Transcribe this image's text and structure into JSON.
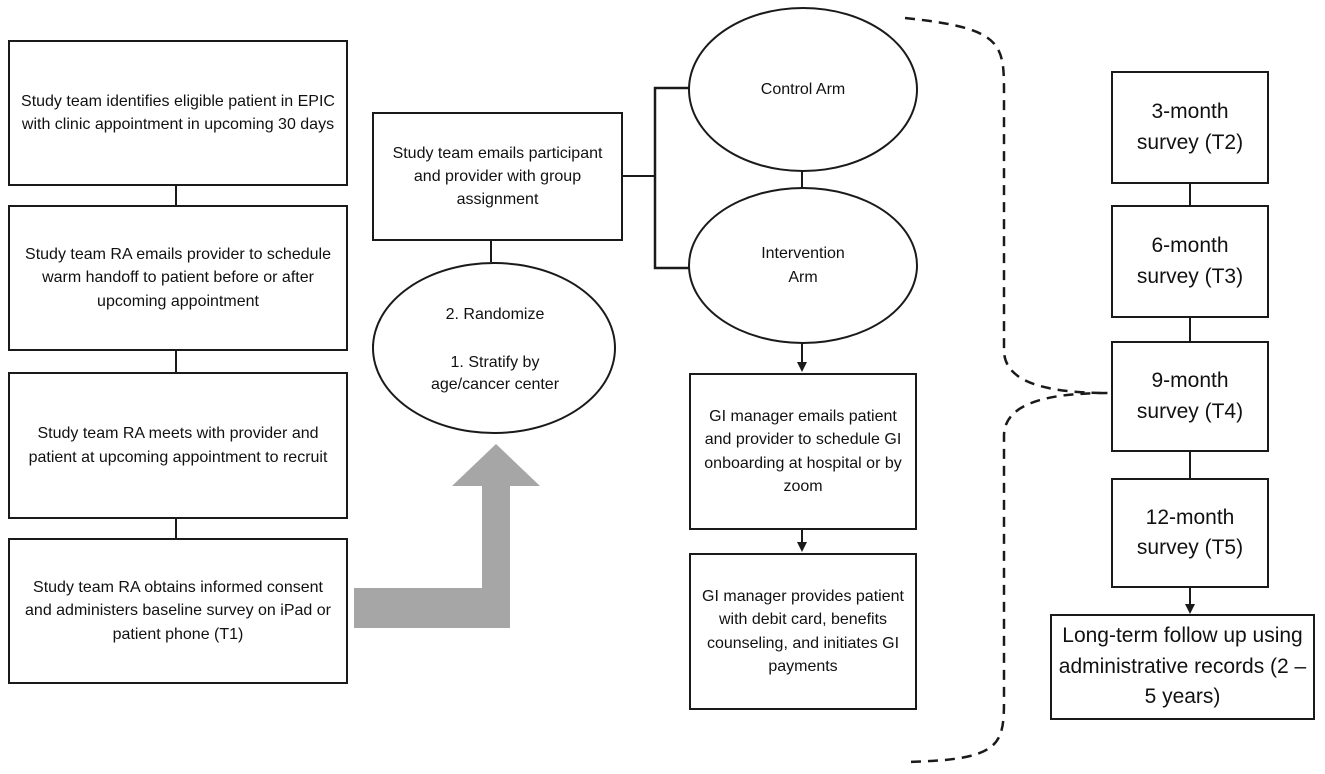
{
  "steps": {
    "identify": "Study team identifies eligible patient in EPIC with clinic appointment in upcoming 30 days",
    "email_provider": "Study team RA emails provider to schedule warm handoff to patient before or after upcoming appointment",
    "meet": "Study team RA meets with provider and patient at upcoming appointment to recruit",
    "consent": "Study team RA obtains informed consent and administers baseline survey on iPad or patient phone (T1)"
  },
  "randomization": {
    "email_group": "Study team emails participant and provider with group assignment",
    "randomize": "2. Randomize",
    "stratify": "1. Stratify by age/cancer center"
  },
  "arms": {
    "control": "Control Arm",
    "intervention": "Intervention Arm",
    "onboarding": "GI manager emails patient and provider to schedule GI onboarding at hospital or by zoom",
    "payments": "GI manager provides patient with debit card, benefits counseling, and initiates GI payments"
  },
  "surveys": {
    "t2": "3-month survey (T2)",
    "t3": "6-month survey (T3)",
    "t4": "9-month survey (T4)",
    "t5": "12-month survey (T5)",
    "long_term": "Long-term follow up using administrative records (2 – 5 years)"
  },
  "colors": {
    "line": "#1a1a1a",
    "big_arrow": "#a6a6a6"
  }
}
